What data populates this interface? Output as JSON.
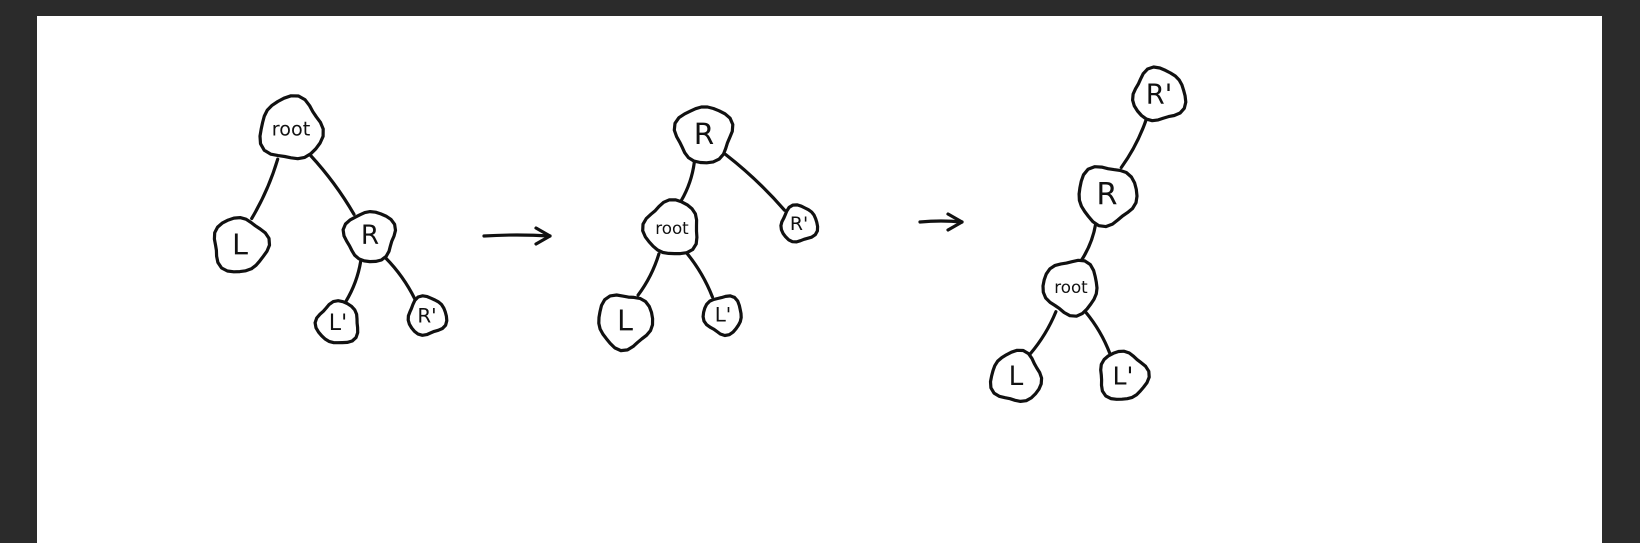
{
  "stages": [
    {
      "id": "original",
      "nodes": [
        {
          "id": "root",
          "label": "root"
        },
        {
          "id": "L",
          "label": "L"
        },
        {
          "id": "R",
          "label": "R"
        },
        {
          "id": "L1",
          "label": "L'"
        },
        {
          "id": "R1",
          "label": "R'"
        }
      ],
      "edges": [
        [
          "root",
          "L"
        ],
        [
          "root",
          "R"
        ],
        [
          "R",
          "L1"
        ],
        [
          "R",
          "R1"
        ]
      ]
    },
    {
      "id": "after-first-rotation",
      "nodes": [
        {
          "id": "R",
          "label": "R"
        },
        {
          "id": "root",
          "label": "root"
        },
        {
          "id": "R1",
          "label": "R'"
        },
        {
          "id": "L",
          "label": "L"
        },
        {
          "id": "L1",
          "label": "L'"
        }
      ],
      "edges": [
        [
          "R",
          "root"
        ],
        [
          "R",
          "R1"
        ],
        [
          "root",
          "L"
        ],
        [
          "root",
          "L1"
        ]
      ]
    },
    {
      "id": "after-second-rotation",
      "nodes": [
        {
          "id": "R1",
          "label": "R'"
        },
        {
          "id": "R",
          "label": "R"
        },
        {
          "id": "root",
          "label": "root"
        },
        {
          "id": "L",
          "label": "L"
        },
        {
          "id": "L1",
          "label": "L'"
        }
      ],
      "edges": [
        [
          "R1",
          "R"
        ],
        [
          "R",
          "root"
        ],
        [
          "root",
          "L"
        ],
        [
          "root",
          "L1"
        ]
      ]
    }
  ],
  "transitions": [
    "stage1-to-stage2",
    "stage2-to-stage3"
  ]
}
